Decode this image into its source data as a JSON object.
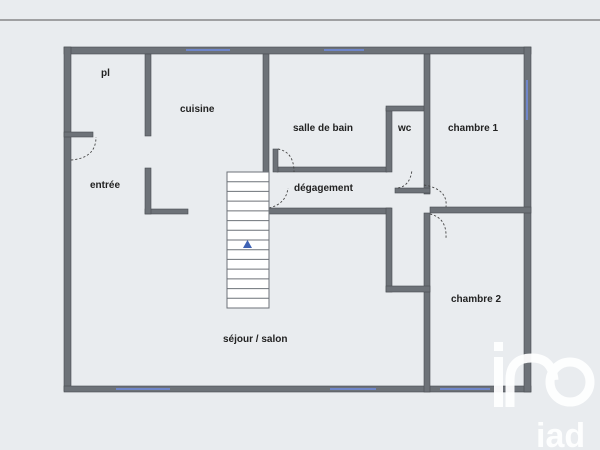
{
  "plan": {
    "rooms": [
      {
        "id": "pl",
        "label": "pl"
      },
      {
        "id": "cuisine",
        "label": "cuisine"
      },
      {
        "id": "salle-de-bain",
        "label": "salle de bain"
      },
      {
        "id": "wc",
        "label": "wc"
      },
      {
        "id": "chambre-1",
        "label": "chambre 1"
      },
      {
        "id": "entree",
        "label": "entrée"
      },
      {
        "id": "degagement",
        "label": "dégagement"
      },
      {
        "id": "chambre-2",
        "label": "chambre 2"
      },
      {
        "id": "sejour-salon",
        "label": "séjour / salon"
      }
    ],
    "colors": {
      "background": "#e9ecef",
      "wall": "#6d7278",
      "window": "#6f86c9",
      "stair_arrow": "#3f63b5",
      "logo": "#ffffff"
    }
  },
  "watermark": {
    "brand": "iad",
    "mark": "in-logo"
  }
}
